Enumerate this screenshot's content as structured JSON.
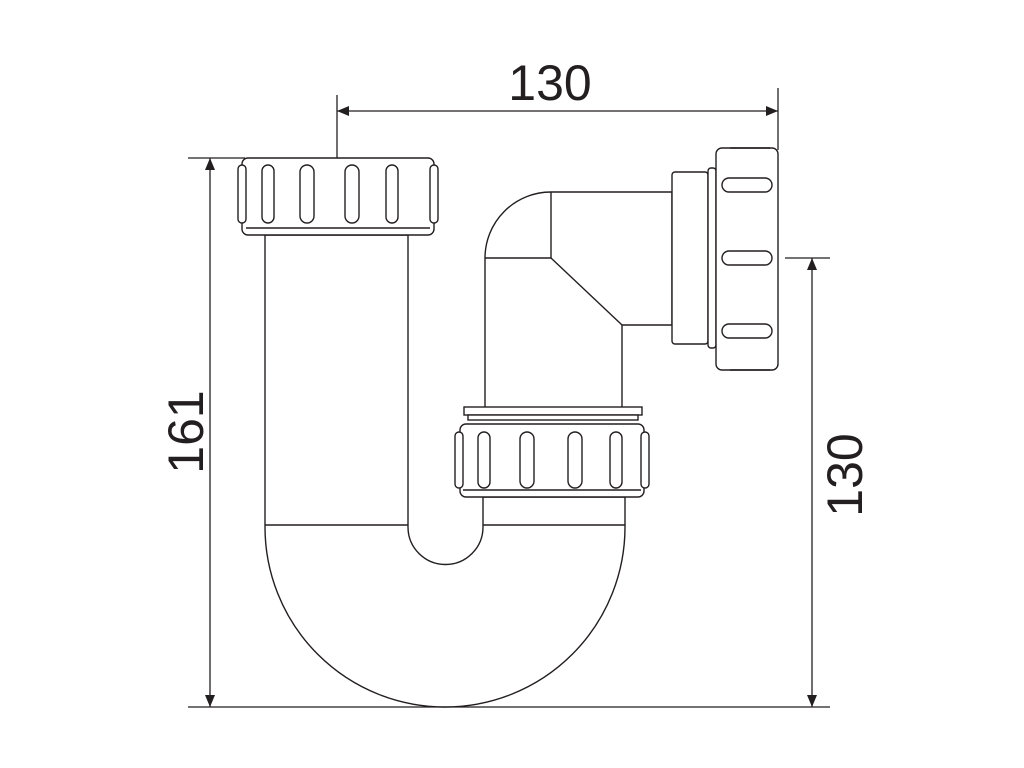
{
  "dimensions": {
    "top_width": "130",
    "left_height": "161",
    "right_height": "130"
  },
  "colors": {
    "line": "#231f20",
    "background": "#ffffff"
  }
}
